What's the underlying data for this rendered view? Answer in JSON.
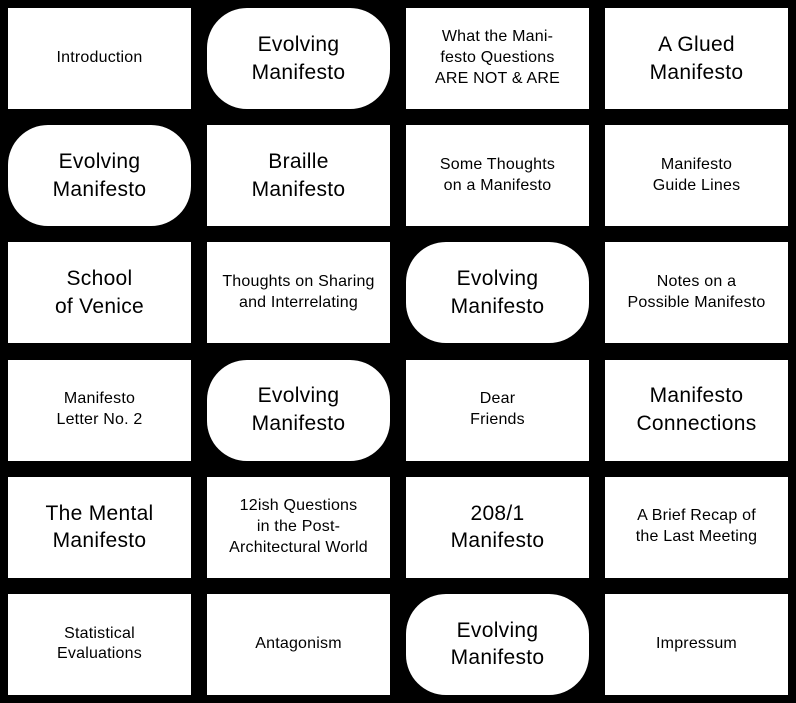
{
  "menu": {
    "items": [
      {
        "id": "introduction",
        "label": "Introduction",
        "size": "small",
        "shape": "rect"
      },
      {
        "id": "evolving-manifesto-1",
        "label": "Evolving\nManifesto",
        "size": "large",
        "shape": "pill"
      },
      {
        "id": "what-the-manifesto-questions",
        "label": "What the Mani-\nfesto Questions\nARE NOT & ARE",
        "size": "small",
        "shape": "rect"
      },
      {
        "id": "a-glued-manifesto",
        "label": "A Glued\nManifesto",
        "size": "large",
        "shape": "rect"
      },
      {
        "id": "evolving-manifesto-2",
        "label": "Evolving\nManifesto",
        "size": "large",
        "shape": "pill"
      },
      {
        "id": "braille-manifesto",
        "label": "Braille\nManifesto",
        "size": "large",
        "shape": "rect"
      },
      {
        "id": "some-thoughts-on-a-manifesto",
        "label": "Some Thoughts\non a Manifesto",
        "size": "small",
        "shape": "rect"
      },
      {
        "id": "manifesto-guide-lines",
        "label": "Manifesto\nGuide Lines",
        "size": "small",
        "shape": "rect"
      },
      {
        "id": "school-of-venice",
        "label": "School\nof Venice",
        "size": "large",
        "shape": "rect"
      },
      {
        "id": "thoughts-on-sharing",
        "label": "Thoughts on Sharing\nand Interrelating",
        "size": "small",
        "shape": "rect"
      },
      {
        "id": "evolving-manifesto-3",
        "label": "Evolving\nManifesto",
        "size": "large",
        "shape": "pill"
      },
      {
        "id": "notes-on-a-possible-manifesto",
        "label": "Notes on a\nPossible Manifesto",
        "size": "small",
        "shape": "rect"
      },
      {
        "id": "manifesto-letter-no-2",
        "label": "Manifesto\nLetter No. 2",
        "size": "small",
        "shape": "rect"
      },
      {
        "id": "evolving-manifesto-4",
        "label": "Evolving\nManifesto",
        "size": "large",
        "shape": "pill"
      },
      {
        "id": "dear-friends",
        "label": "Dear\nFriends",
        "size": "small",
        "shape": "rect"
      },
      {
        "id": "manifesto-connections",
        "label": "Manifesto\nConnections",
        "size": "large",
        "shape": "rect"
      },
      {
        "id": "the-mental-manifesto",
        "label": "The Mental\nManifesto",
        "size": "large",
        "shape": "rect"
      },
      {
        "id": "12ish-questions",
        "label": "12ish Questions\nin the Post-\nArchitectural World",
        "size": "small",
        "shape": "rect"
      },
      {
        "id": "208-1-manifesto",
        "label": "208/1\nManifesto",
        "size": "large",
        "shape": "rect"
      },
      {
        "id": "a-brief-recap",
        "label": "A Brief Recap of\nthe Last Meeting",
        "size": "small",
        "shape": "rect"
      },
      {
        "id": "statistical-evaluations",
        "label": "Statistical\nEvaluations",
        "size": "small",
        "shape": "rect"
      },
      {
        "id": "antagonism",
        "label": "Antagonism",
        "size": "small",
        "shape": "rect"
      },
      {
        "id": "evolving-manifesto-5",
        "label": "Evolving\nManifesto",
        "size": "large",
        "shape": "pill"
      },
      {
        "id": "impressum",
        "label": "Impressum",
        "size": "small",
        "shape": "rect"
      }
    ]
  },
  "colors": {
    "background": "#000000",
    "tile": "#ffffff",
    "text": "#000000"
  }
}
